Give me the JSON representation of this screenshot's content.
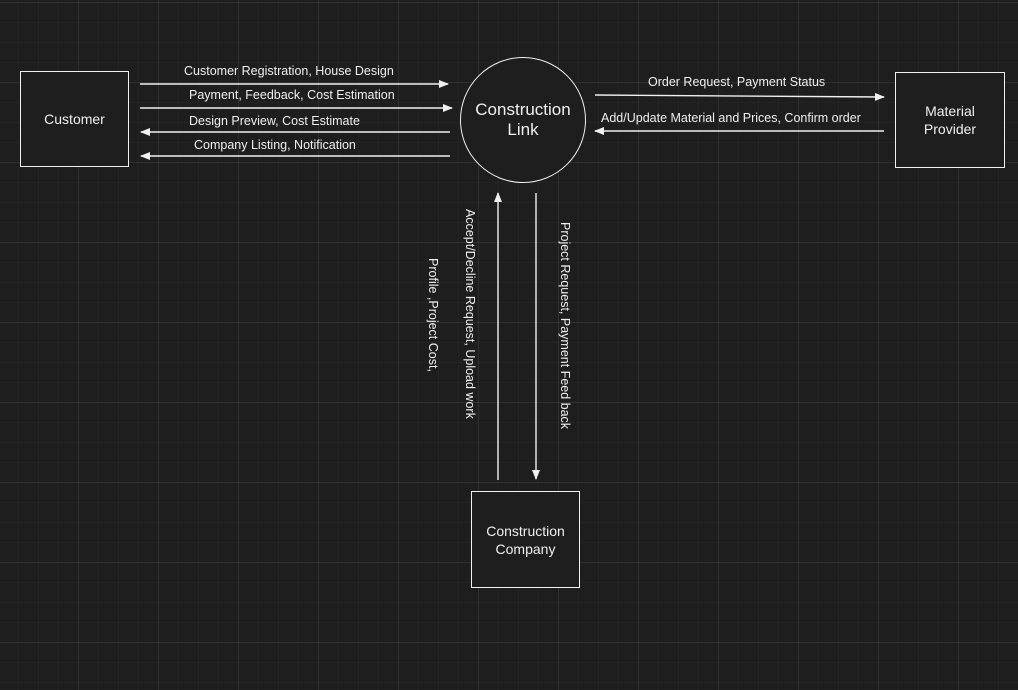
{
  "diagram": {
    "nodes": {
      "customer": "Customer",
      "system": "Construction\nLink",
      "material_provider": "Material\nProvider",
      "construction_company": "Construction\nCompany"
    },
    "flows": {
      "customer_to_system_1": "Customer Registration, House Design",
      "customer_to_system_2": "Payment, Feedback, Cost Estimation",
      "system_to_customer_1": "Design Preview, Cost Estimate",
      "system_to_customer_2": "Company Listing, Notification",
      "system_to_provider": "Order Request, Payment Status",
      "provider_to_system": "Add/Update Material and Prices, Confirm  order",
      "company_to_system_a": "Profile ,Project Cost,",
      "company_to_system_b": "Accept/Decline Request, Upload work",
      "system_to_company": "Project Request, Payment Feed back"
    }
  },
  "colors": {
    "background": "#1e1e1e",
    "stroke": "#f0f0f0"
  }
}
